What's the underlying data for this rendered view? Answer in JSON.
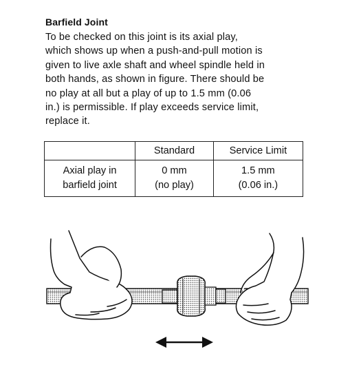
{
  "heading": "Barfield Joint",
  "paragraph_lines": [
    "To be checked on this joint is its axial play,",
    "which shows up when a push-and-pull motion is",
    "given to live axle shaft and wheel spindle held in",
    "both hands, as shown in figure. There should be",
    "no play at all but a play of up to 1.5 mm (0.06",
    "in.) is permissible. If play exceeds service limit,",
    "replace it."
  ],
  "table": {
    "headers": [
      "",
      "Standard",
      "Service Limit"
    ],
    "row": {
      "label_lines": [
        "Axial play in",
        "barfield joint"
      ],
      "standard_lines": [
        "0 mm",
        "(no play)"
      ],
      "service_limit_lines": [
        "1.5 mm",
        "(0.06 in.)"
      ]
    }
  },
  "figure": {
    "icon": "push-pull-double-arrow-icon"
  }
}
